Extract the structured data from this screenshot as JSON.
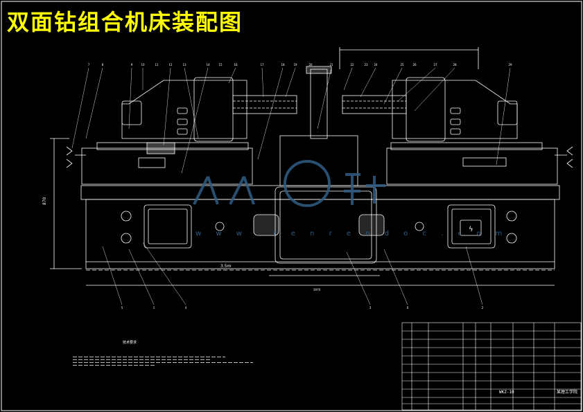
{
  "title": "双面钻组合机床装配图",
  "dimensions": {
    "height": "870",
    "base_label": "3.5m",
    "bottom": "3970"
  },
  "watermark": {
    "text": "w w w . r e n r e n d o c . c o m"
  },
  "notes": {
    "heading": "技术要求",
    "count": 4
  },
  "title_block": {
    "drawing_code": "WKZ-10",
    "unit": "某理工学院"
  },
  "balloons": [
    "7",
    "8",
    "9",
    "10",
    "11",
    "12",
    "13",
    "14",
    "15",
    "16",
    "17",
    "18",
    "19",
    "20",
    "21",
    "22",
    "23",
    "24",
    "25",
    "26",
    "27",
    "28",
    "29"
  ],
  "bottom_callouts": [
    "5",
    "1",
    "4",
    "3",
    "6",
    "2"
  ],
  "colors": {
    "title": "#ffff00",
    "lines": "#ffffff",
    "watermark": "#2f5d84",
    "frame": "#ffffff"
  }
}
